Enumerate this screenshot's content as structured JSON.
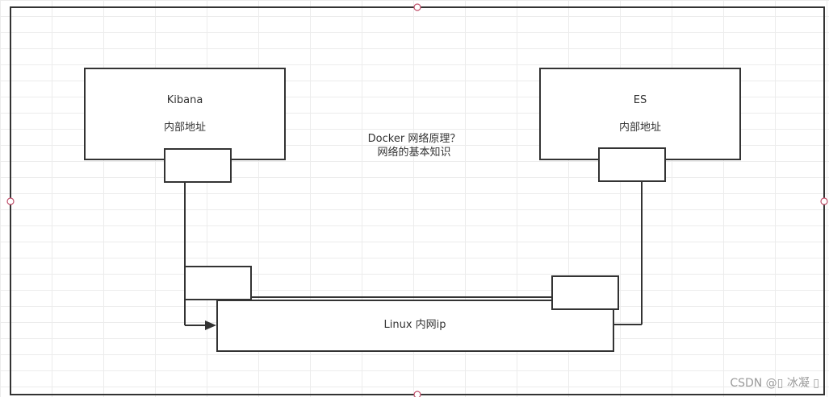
{
  "diagram": {
    "kibana": {
      "title": "Kibana",
      "subtitle": "内部地址"
    },
    "es": {
      "title": "ES",
      "subtitle": "内部地址"
    },
    "center_note": {
      "line1": "Docker 网络原理？",
      "line2": "网络的基本知识"
    },
    "linux": {
      "label": "Linux 内网ip"
    }
  },
  "watermark": "CSDN @▯ 冰凝 ▯",
  "colors": {
    "stroke": "#333333",
    "text": "#333333",
    "canvas_border": "#333333",
    "handle_stroke": "#c0506b",
    "watermark": "#9a9a9a"
  }
}
